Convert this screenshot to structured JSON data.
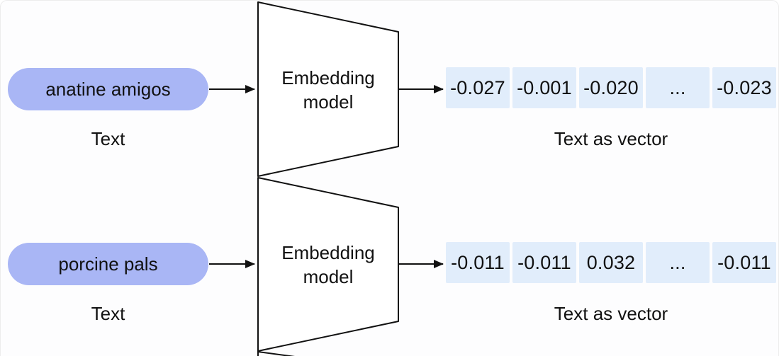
{
  "diagram": {
    "type": "embedding-flow",
    "rows": [
      {
        "input": "anatine amigos",
        "input_caption": "Text",
        "model_label": "Embedding model",
        "vector": [
          "-0.027",
          "-0.001",
          "-0.020",
          "...",
          "-0.023"
        ],
        "vector_caption": "Text as vector"
      },
      {
        "input": "porcine pals",
        "input_caption": "Text",
        "model_label": "Embedding model",
        "vector": [
          "-0.011",
          "-0.011",
          "0.032",
          "...",
          "-0.011"
        ],
        "vector_caption": "Text as vector"
      }
    ],
    "colors": {
      "pill_fill": "#a9b6f5",
      "vector_cell_fill": "#e1edfb",
      "stroke": "#111111",
      "text": "#111111",
      "background": "#fdfdfe",
      "frame_border": "#ececec"
    }
  }
}
